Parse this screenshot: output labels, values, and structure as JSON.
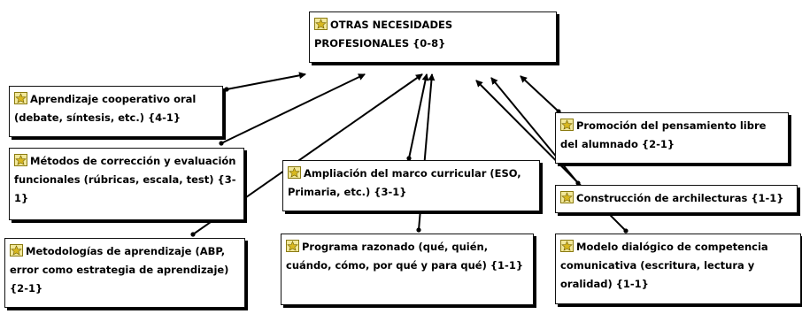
{
  "diagram": {
    "nodes": [
      {
        "id": "main",
        "icon": "concept-icon",
        "text": "OTRAS NECESIDADES PROFESIONALES {0-8}"
      },
      {
        "id": "n1",
        "icon": "concept-icon",
        "text": "Aprendizaje cooperativo oral (debate, síntesis, etc.) {4-1}"
      },
      {
        "id": "n2",
        "icon": "concept-icon",
        "text": "Métodos de corrección y evaluación funcionales (rúbricas, escala, test) {3-1}"
      },
      {
        "id": "n3",
        "icon": "concept-icon",
        "text": "Metodologías de aprendizaje (ABP, error como estrategia de aprendizaje) {2-1}"
      },
      {
        "id": "n4",
        "icon": "concept-icon",
        "text": "Ampliación del marco curricular (ESO, Primaria, etc.) {3-1}"
      },
      {
        "id": "n5",
        "icon": "concept-icon",
        "text": "Programa razonado (qué, quién, cuándo, cómo, por qué y para qué) {1-1}"
      },
      {
        "id": "n6",
        "icon": "concept-icon",
        "text": "Promoción del pensamiento libre del alumnado {2-1}"
      },
      {
        "id": "n7",
        "icon": "concept-icon",
        "text": "Construcción de archilecturas {1-1}"
      },
      {
        "id": "n8",
        "icon": "concept-icon",
        "text": "Modelo dialógico de competencia comunicativa (escritura, lectura y oralidad) {1-1}"
      }
    ],
    "edges": [
      {
        "from": "n1",
        "to": "main"
      },
      {
        "from": "n2",
        "to": "main"
      },
      {
        "from": "n3",
        "to": "main"
      },
      {
        "from": "n4",
        "to": "main"
      },
      {
        "from": "n5",
        "to": "main"
      },
      {
        "from": "n6",
        "to": "main"
      },
      {
        "from": "n7",
        "to": "main"
      },
      {
        "from": "n8",
        "to": "main"
      }
    ]
  }
}
